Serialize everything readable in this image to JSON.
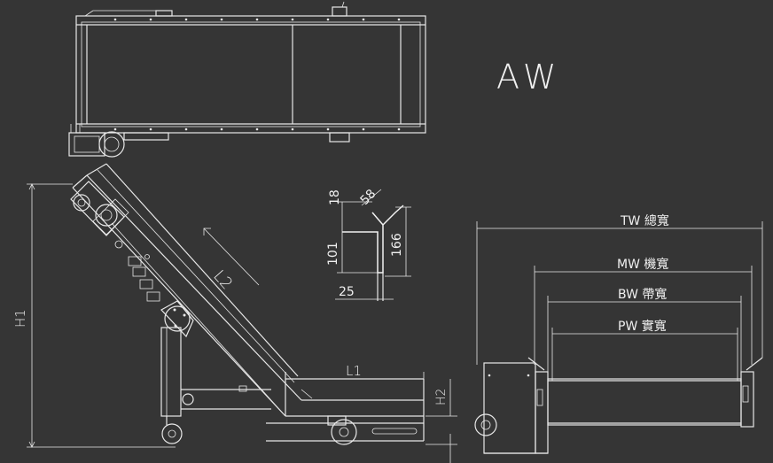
{
  "labels": {
    "aw": "AW",
    "l2": "L2",
    "h1": "H1",
    "h2": "H2",
    "l1": "L1",
    "tw": "TW 總寬",
    "mw": "MW 機寬",
    "bw": "BW 帶寬",
    "pw": "PW 實寬"
  },
  "profile_dims": {
    "d18": "18",
    "d58": "58",
    "d101": "101",
    "d166": "166",
    "d25": "25"
  }
}
